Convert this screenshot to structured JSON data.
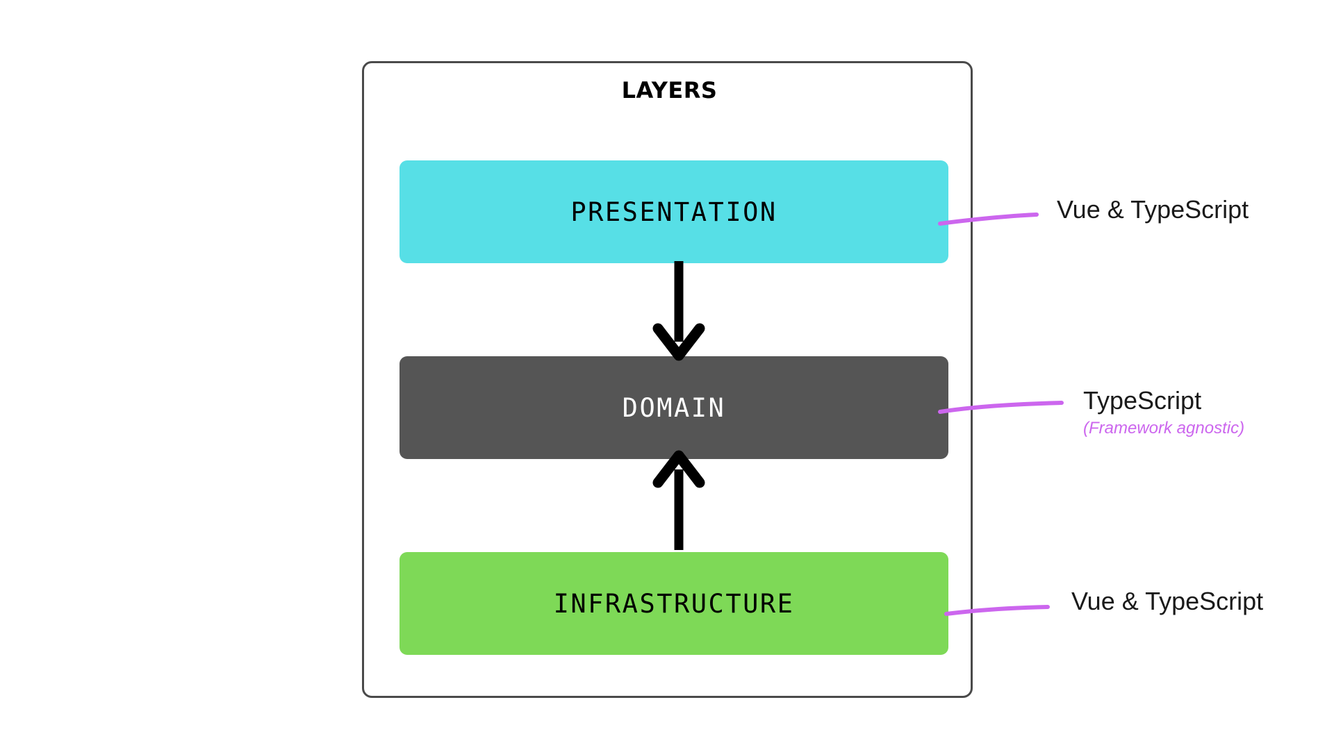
{
  "diagram": {
    "title": "LAYERS",
    "colors": {
      "presentation": "#57dfe6",
      "domain": "#555555",
      "infrastructure": "#7ed957",
      "container_border": "#4a4a4a",
      "connector": "#cc66ee",
      "arrow": "#000000",
      "text_dark": "#1a1a1a",
      "text_light": "#ffffff",
      "background": "#ffffff"
    },
    "layers": [
      {
        "id": "presentation",
        "label": "PRESENTATION",
        "fill": "#57dfe6",
        "text_color": "#000000",
        "annotation": {
          "title": "Vue & TypeScript",
          "subtitle": ""
        }
      },
      {
        "id": "domain",
        "label": "DOMAIN",
        "fill": "#555555",
        "text_color": "#ffffff",
        "annotation": {
          "title": "TypeScript",
          "subtitle": "(Framework agnostic)"
        }
      },
      {
        "id": "infrastructure",
        "label": "INFRASTRUCTURE",
        "fill": "#7ed957",
        "text_color": "#000000",
        "annotation": {
          "title": "Vue & TypeScript",
          "subtitle": ""
        }
      }
    ],
    "arrows": [
      {
        "id": "presentation-to-domain",
        "from": "presentation",
        "to": "domain",
        "direction": "down"
      },
      {
        "id": "infrastructure-to-domain",
        "from": "infrastructure",
        "to": "domain",
        "direction": "up"
      }
    ],
    "connectors": [
      {
        "id": "connector-presentation",
        "to_layer": "presentation"
      },
      {
        "id": "connector-domain",
        "to_layer": "domain"
      },
      {
        "id": "connector-infrastructure",
        "to_layer": "infrastructure"
      }
    ]
  }
}
